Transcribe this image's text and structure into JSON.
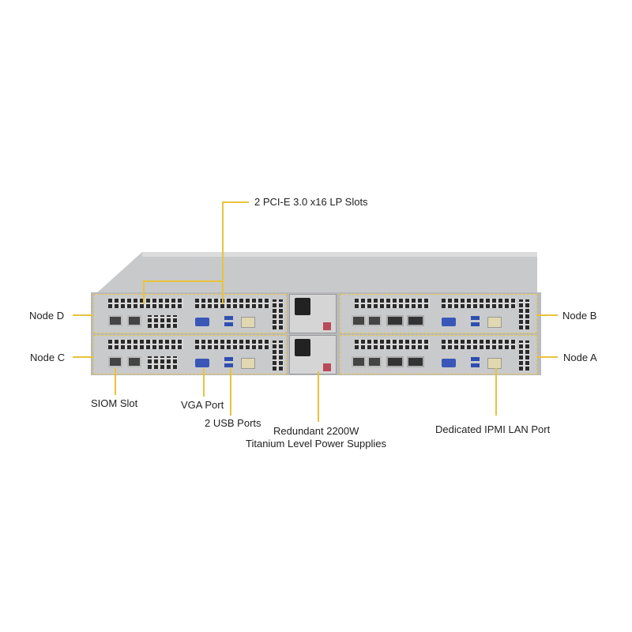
{
  "diagram": {
    "subject": "2U four-node server rear view",
    "accent_color": "#e8c33a",
    "callouts": {
      "pcie": "2 PCI-E 3.0 x16 LP Slots",
      "node_d": "Node D",
      "node_c": "Node C",
      "node_b": "Node B",
      "node_a": "Node A",
      "siom": "SIOM Slot",
      "vga": "VGA Port",
      "usb": "2 USB Ports",
      "psu_line1": "Redundant 2200W",
      "psu_line2": "Titanium Level Power Supplies",
      "ipmi": "Dedicated IPMI LAN Port"
    }
  }
}
